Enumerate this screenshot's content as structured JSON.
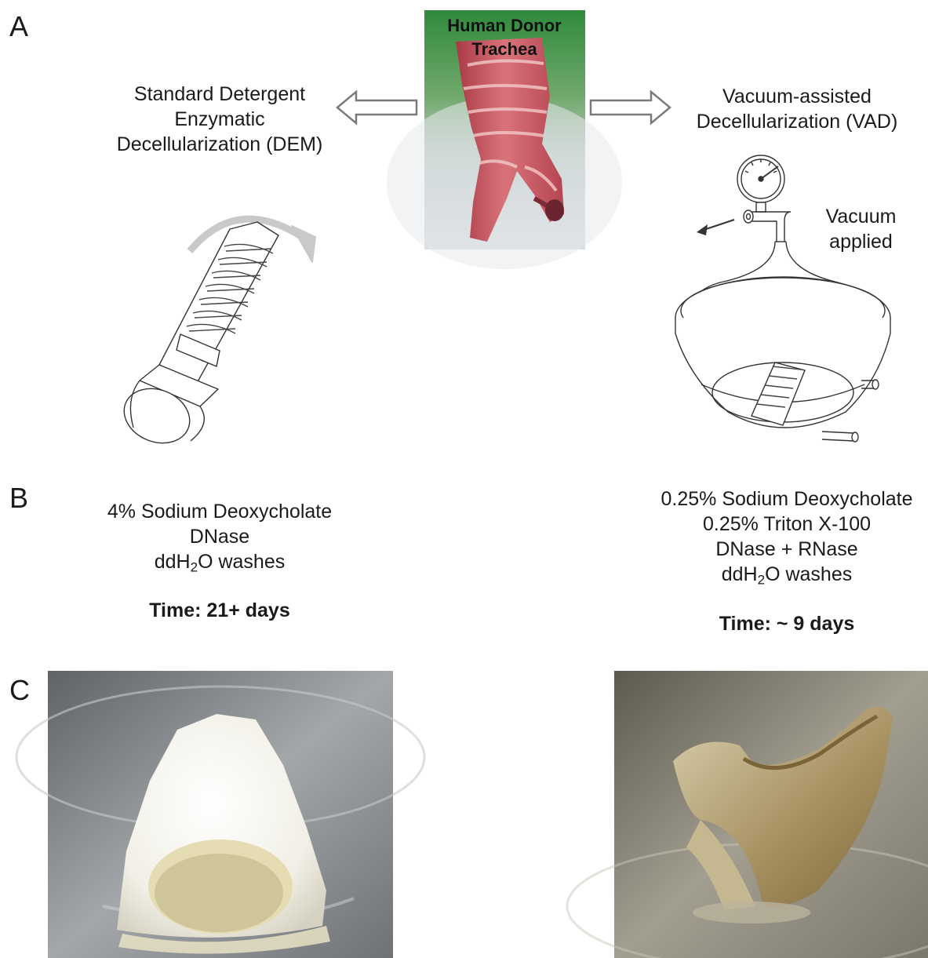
{
  "panels": {
    "a": "A",
    "b": "B",
    "c": "C"
  },
  "center_photo": {
    "title_line1": "Human Donor",
    "title_line2": "Trachea"
  },
  "dem": {
    "heading_line1": "Standard Detergent",
    "heading_line2": "Enzymatic",
    "heading_line3": "Decellularization (DEM)",
    "reagent1": "4% Sodium Deoxycholate",
    "reagent2": "DNase",
    "wash_pre": "ddH",
    "wash_sub": "2",
    "wash_post": "O washes",
    "time": "Time: 21+ days"
  },
  "vad": {
    "heading_line1": "Vacuum-assisted",
    "heading_line2": "Decellularization (VAD)",
    "vacuum_line1": "Vacuum",
    "vacuum_line2": "applied",
    "reagent1": "0.25% Sodium Deoxycholate",
    "reagent2": "0.25% Triton X-100",
    "reagent3": "DNase  + RNase",
    "wash_pre": "ddH",
    "wash_sub": "2",
    "wash_post": "O washes",
    "time": "Time: ~ 9 days"
  },
  "colors": {
    "arrow_outline": "#7a7a7a",
    "tissue_red": "#c8505a",
    "photo_green": "#3f9a4a",
    "steel": "#8e9194"
  }
}
